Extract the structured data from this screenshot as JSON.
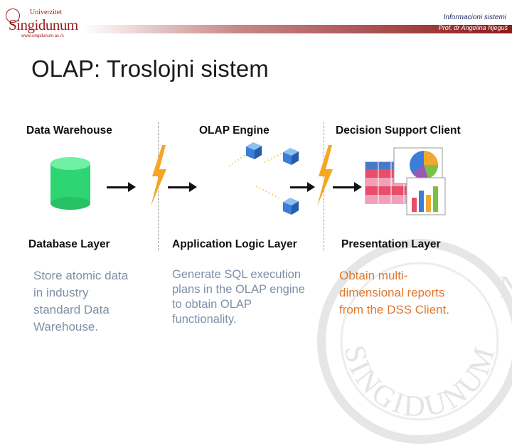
{
  "header": {
    "logo_top": "Univerzitet",
    "logo_main": "Singidunum",
    "logo_web": "www.singidunum.ac.rs",
    "course": "Informacioni sistemi",
    "professor": "Prof. dr Angelina Njeguš"
  },
  "slide": {
    "title": "OLAP: Troslojni sistem"
  },
  "diagram": {
    "columns": [
      {
        "title": "Data Warehouse",
        "layer": "Database Layer",
        "description": [
          "Store atomic data",
          "in industry",
          "standard Data",
          "Warehouse."
        ]
      },
      {
        "title": "OLAP Engine",
        "layer": "Application Logic Layer",
        "description": [
          "Generate SQL execution",
          "plans in the OLAP engine",
          "to obtain OLAP",
          "functionality."
        ]
      },
      {
        "title": "Decision Support Client",
        "layer": "Presentation Layer",
        "description": [
          "Obtain multi-",
          "dimensional reports",
          "from the DSS Client."
        ]
      }
    ]
  },
  "watermark": {
    "text": "SINGIDUNUM"
  },
  "colors": {
    "accent": "#8b1a1a",
    "database": "#2ed573",
    "cube": "#3b7dd8",
    "lightning": "#f5a623",
    "gray_text": "#7d8fa6",
    "orange_text": "#e0782c"
  },
  "icons": [
    "database-cylinder-icon",
    "olap-cube-icon",
    "lightning-bolt-icon",
    "report-spreadsheet-icon",
    "pie-chart-icon",
    "bar-chart-icon"
  ]
}
